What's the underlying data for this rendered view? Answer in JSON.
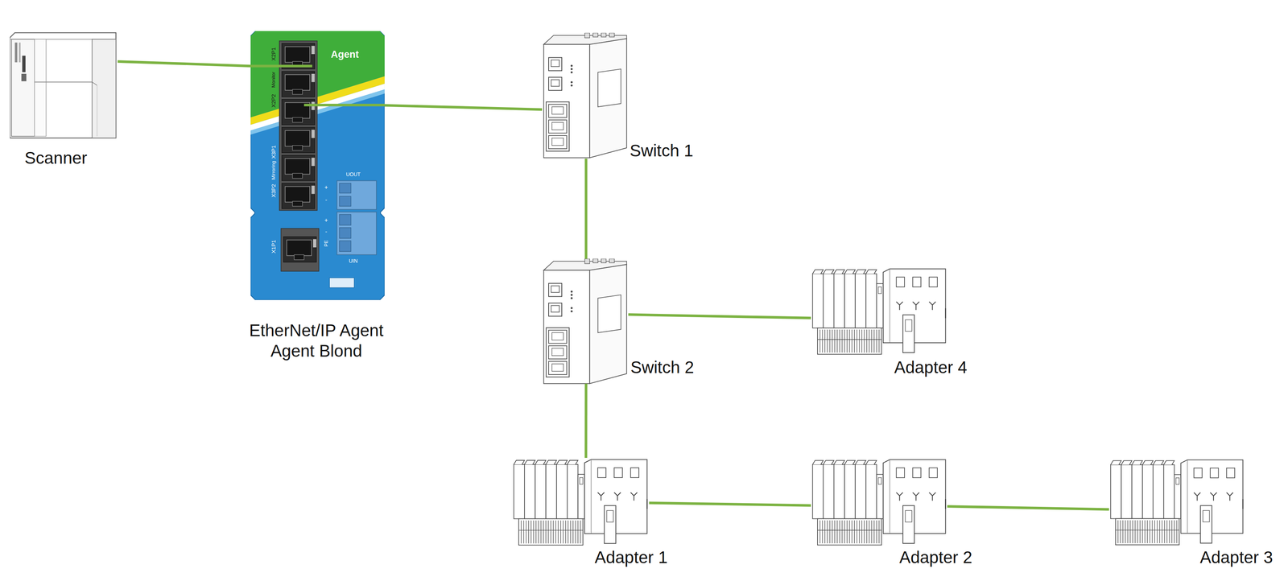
{
  "diagram": {
    "nodes": [
      {
        "text": [
          "Scanner"
        ]
      },
      {
        "text": [
          "EtherNet/IP Agent",
          "Agent Blond"
        ]
      },
      {
        "text": [
          "Switch 1"
        ]
      },
      {
        "text": [
          "Switch 2"
        ]
      },
      {
        "text": [
          "Adapter 4"
        ]
      },
      {
        "text": [
          "Adapter 1"
        ]
      },
      {
        "text": [
          "Adapter 2"
        ]
      },
      {
        "text": [
          "Adapter 3"
        ]
      }
    ],
    "edges": [
      {
        "from": 0,
        "to": 1,
        "arrow": "none"
      },
      {
        "from": 1,
        "to": 2,
        "arrow": "none"
      },
      {
        "from": 2,
        "to": 3,
        "arrow": "none"
      },
      {
        "from": 3,
        "to": 4,
        "arrow": "none"
      },
      {
        "from": 3,
        "to": 5,
        "arrow": "none"
      },
      {
        "from": 5,
        "to": 6,
        "arrow": "none"
      },
      {
        "from": 6,
        "to": 7,
        "arrow": "none"
      }
    ],
    "labels": [
      "Agent",
      "X2P1",
      "Monitor",
      "X2P2",
      "X3P1",
      "Mirroring",
      "X3P2",
      "X1P1",
      "UOUT",
      "+",
      "-",
      "+",
      "-",
      "PE",
      "UIN"
    ]
  }
}
